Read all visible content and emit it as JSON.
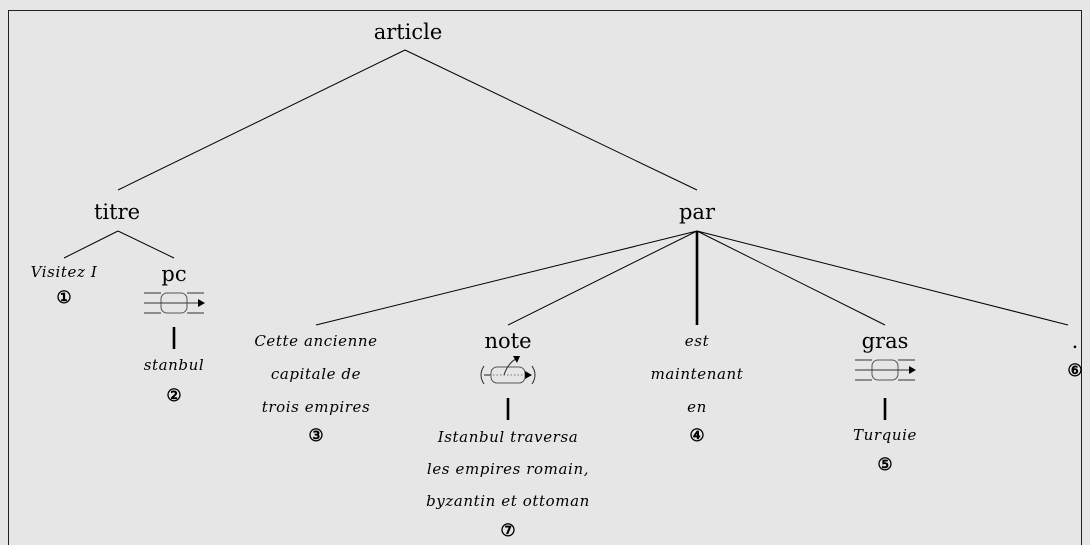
{
  "tree": {
    "root": "article",
    "nodes": [
      {
        "id": "titre",
        "label": "titre"
      },
      {
        "id": "par",
        "label": "par"
      },
      {
        "id": "pc",
        "label": "pc"
      },
      {
        "id": "note",
        "label": "note"
      },
      {
        "id": "gras",
        "label": "gras"
      },
      {
        "id": "dot",
        "label": "."
      }
    ],
    "leaves": {
      "visitez": {
        "lines": [
          "Visitez I"
        ],
        "num": "①"
      },
      "stanbul": {
        "lines": [
          "stanbul"
        ],
        "num": "②"
      },
      "cette": {
        "lines": [
          "Cette ancienne",
          "capitale de",
          "trois empires"
        ],
        "num": "③"
      },
      "est": {
        "lines": [
          "est",
          "maintenant",
          "en"
        ],
        "num": "④"
      },
      "turquie": {
        "lines": [
          "Turquie"
        ],
        "num": "⑤"
      },
      "dot": {
        "num": "⑥"
      },
      "istanbul": {
        "lines": [
          "Istanbul traversa",
          "les empires romain,",
          "byzantin et ottoman"
        ],
        "num": "⑦"
      }
    },
    "icons": {
      "pc": "inline-range-icon",
      "note": "detached-note-icon",
      "gras": "inline-range-icon"
    }
  }
}
